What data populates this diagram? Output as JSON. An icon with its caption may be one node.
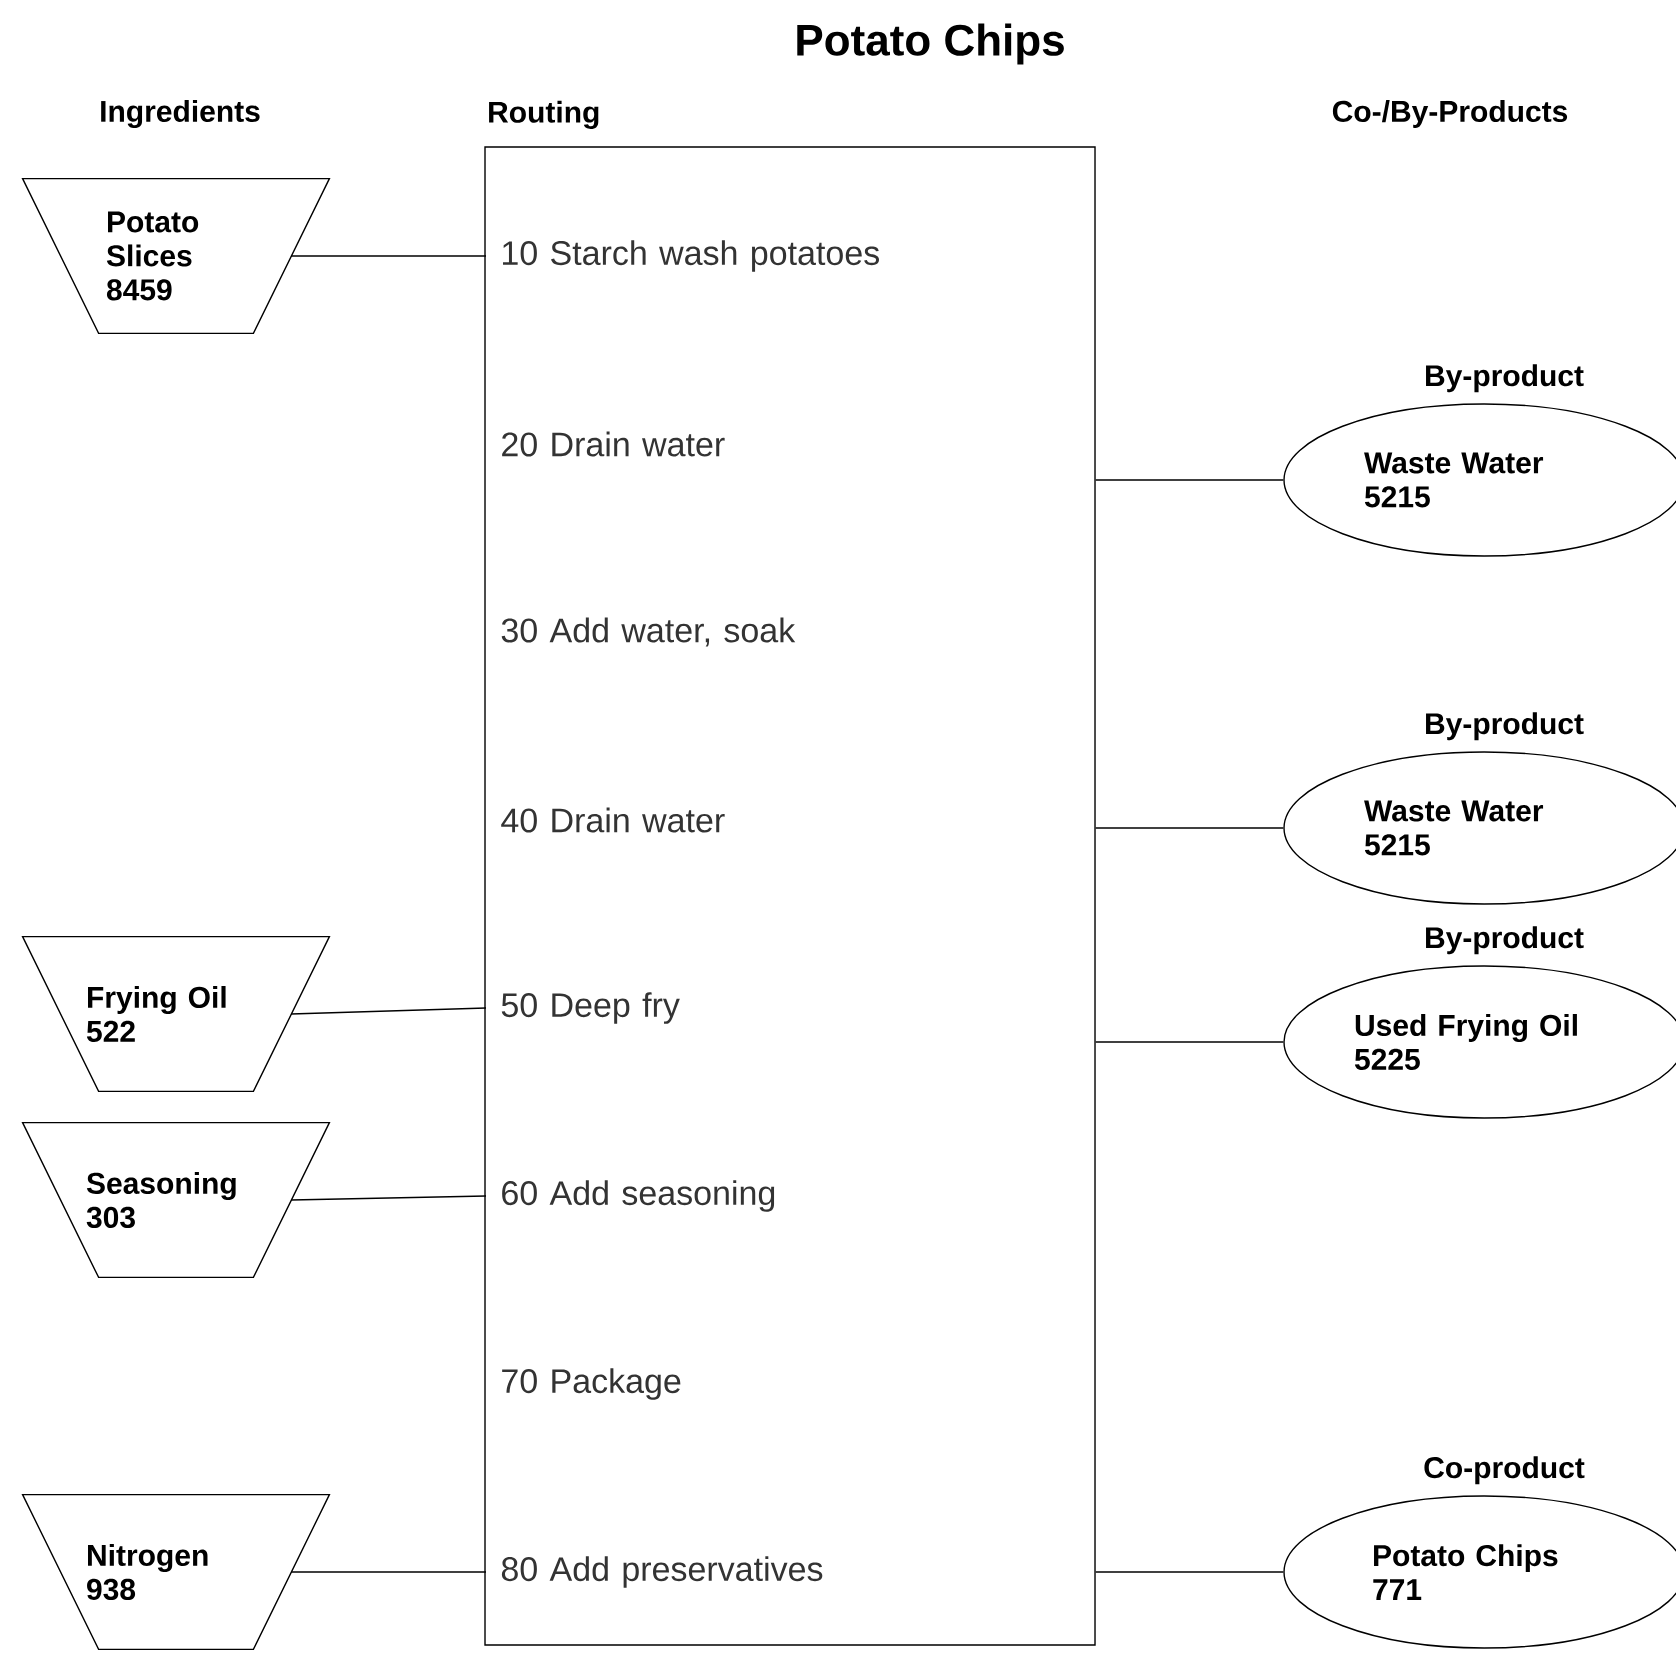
{
  "diagram": {
    "title": "Potato Chips",
    "nodes": [
      {
        "text": [
          "Routing"
        ]
      },
      {
        "text": [
          "10 Starch wash potatoes"
        ],
        "in": 0
      },
      {
        "text": [
          "20 Drain water"
        ],
        "in": 0
      },
      {
        "text": [
          "30 Add water, soak"
        ],
        "in": 0
      },
      {
        "text": [
          "40 Drain water"
        ],
        "in": 0
      },
      {
        "text": [
          "50 Deep fry"
        ],
        "in": 0
      },
      {
        "text": [
          "60 Add seasoning"
        ],
        "in": 0
      },
      {
        "text": [
          "70 Package"
        ],
        "in": 0
      },
      {
        "text": [
          "80 Add preservatives"
        ],
        "in": 0
      },
      {
        "text": [
          "Potato Slices 8459"
        ]
      },
      {
        "text": [
          "Frying Oil 522"
        ]
      },
      {
        "text": [
          "Seasoning 303"
        ]
      },
      {
        "text": [
          "Nitrogen 938"
        ]
      },
      {
        "text": [
          "Waste Water 5215"
        ],
        "beside": [
          "By-product"
        ]
      },
      {
        "text": [
          "Waste Water 5215"
        ],
        "beside": [
          "By-product"
        ]
      },
      {
        "text": [
          "Used Frying Oil 5225"
        ],
        "beside": [
          "By-product"
        ]
      },
      {
        "text": [
          "Potato Chips 771"
        ],
        "beside": [
          "Co-product"
        ]
      }
    ],
    "edges": [
      {
        "from": 9,
        "to": 1,
        "arrow": "none"
      },
      {
        "from": 10,
        "to": 5,
        "arrow": "none"
      },
      {
        "from": 11,
        "to": 6,
        "arrow": "none"
      },
      {
        "from": 12,
        "to": 8,
        "arrow": "none"
      },
      {
        "from": 0,
        "to": 13,
        "arrow": "none"
      },
      {
        "from": 0,
        "to": 14,
        "arrow": "none"
      },
      {
        "from": 0,
        "to": 15,
        "arrow": "none"
      },
      {
        "from": 0,
        "to": 16,
        "arrow": "none"
      }
    ],
    "labels": [
      "Ingredients",
      "Co-/By-Products"
    ]
  }
}
